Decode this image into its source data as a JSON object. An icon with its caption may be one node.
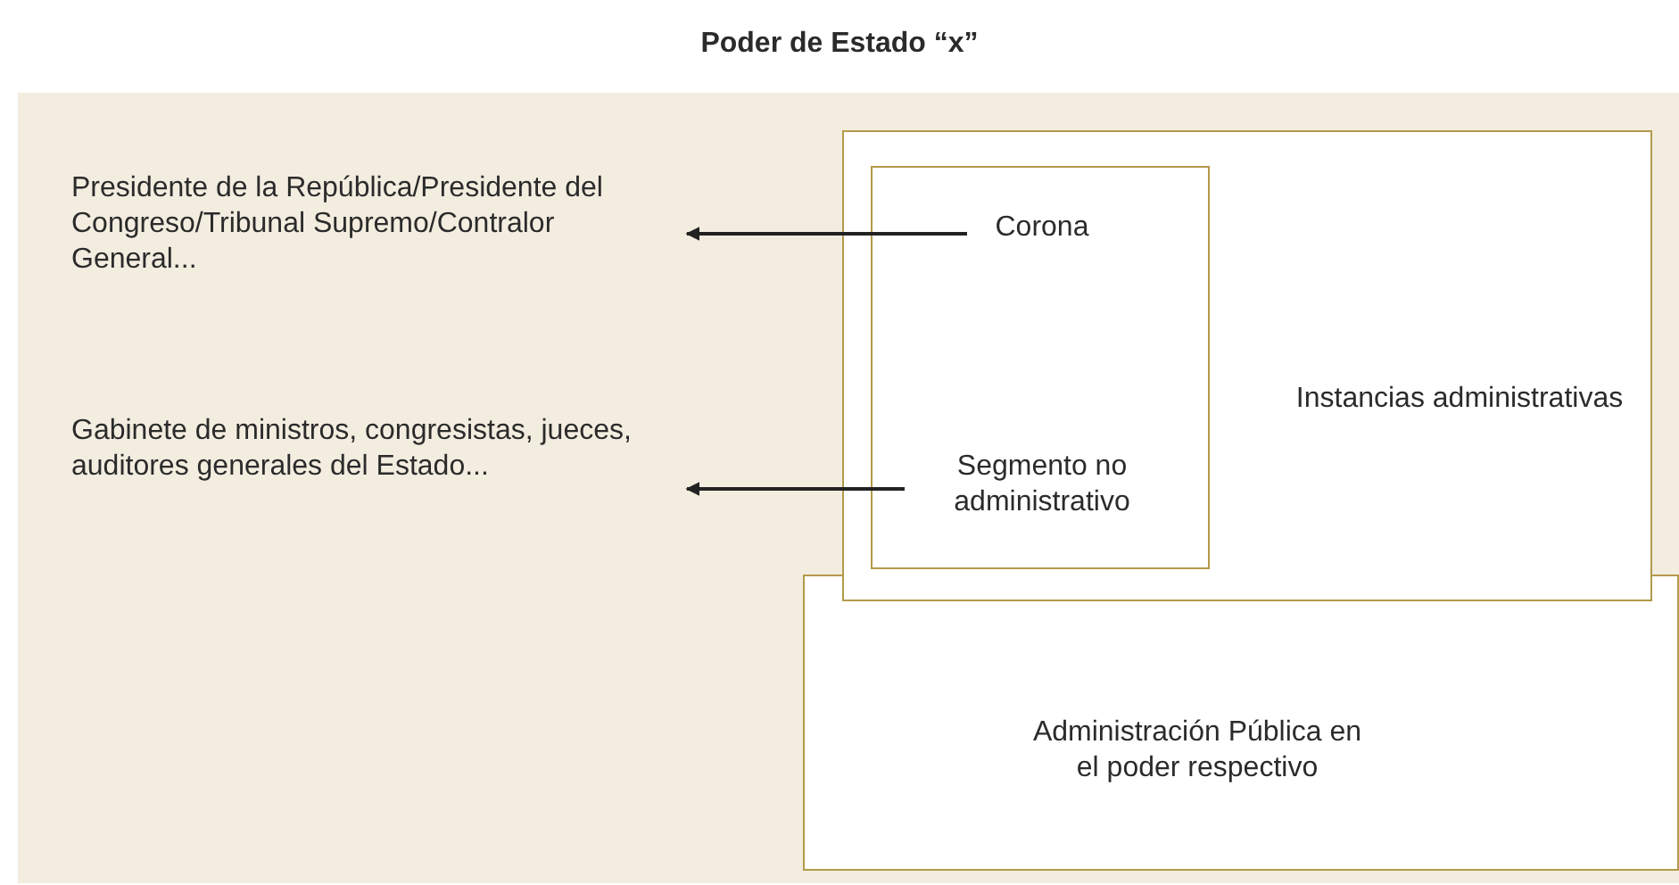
{
  "diagram": {
    "title": "Poder de Estado “x”",
    "nodes": [
      {
        "text": [],
        "shape": "box"
      },
      {
        "text": [
          "Instancias administrativas"
        ],
        "in": 0
      },
      {
        "text": [],
        "shape": "box",
        "in": 1
      },
      {
        "text": [
          "Corona"
        ],
        "in": 2
      },
      {
        "text": [
          "Segmento no administrativo"
        ],
        "in": 2
      },
      {
        "text": [
          "Administración Pública en el poder respectivo"
        ],
        "in": 0
      },
      {
        "text": [
          "Presidente de la República/Presidente del Congreso/Tribunal Supremo/Contralor General..."
        ],
        "in": 0
      },
      {
        "text": [
          "Gabinete de ministros, congresistas, jueces, auditores generales del Estado..."
        ],
        "in": 0
      }
    ],
    "edges": [
      {
        "from": 3,
        "to": 6,
        "arrow": "to"
      },
      {
        "from": 4,
        "to": 7,
        "arrow": "to"
      }
    ]
  }
}
